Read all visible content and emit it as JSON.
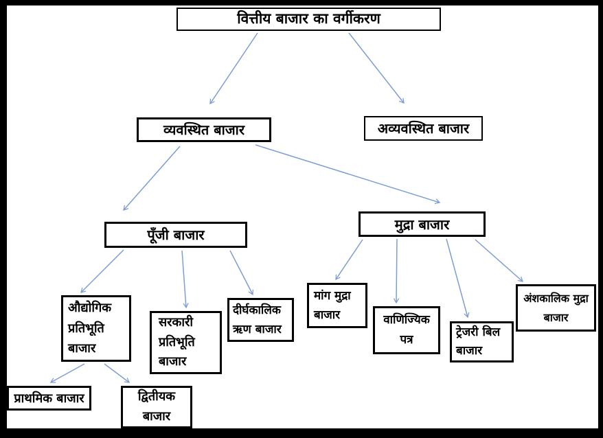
{
  "diagram": {
    "title": "वित्तीय बाजार का वर्गीकरण",
    "arrow_color": "#7d9dd2",
    "box_border_color": "#000000",
    "nodes": {
      "root": {
        "label": "वित्तीय बाजार का वर्गीकरण"
      },
      "organized": {
        "label": "व्यवस्थित बाजार"
      },
      "unorganized": {
        "label": "अव्यवस्थित बाजार"
      },
      "capital": {
        "label": "पूँजी बाजार"
      },
      "money": {
        "label": "मुद्रा बाजार"
      },
      "industrial": {
        "label": "औद्योगिक\nप्रतिभूति\nबाजार"
      },
      "government": {
        "label": "सरकारी\nप्रतिभूति\nबाजार"
      },
      "longterm": {
        "label": "दीर्घकालिक\nऋण बाजार"
      },
      "call_money": {
        "label": "मांग मुद्रा\nबाजार"
      },
      "commercial": {
        "label": "वाणिज्यिक\nपत्र"
      },
      "treasury": {
        "label": "ट्रेजरी बिल\nबाजार"
      },
      "short_term": {
        "label": "अंशकालिक मुद्रा\nबाजार"
      },
      "primary": {
        "label": "प्राथमिक बाजार"
      },
      "secondary": {
        "label": "द्वितीयक\nबाजार"
      }
    },
    "connections": [
      {
        "from": "root",
        "to": "organized"
      },
      {
        "from": "root",
        "to": "unorganized"
      },
      {
        "from": "organized",
        "to": "capital"
      },
      {
        "from": "organized",
        "to": "money"
      },
      {
        "from": "capital",
        "to": "industrial"
      },
      {
        "from": "capital",
        "to": "government"
      },
      {
        "from": "capital",
        "to": "longterm"
      },
      {
        "from": "money",
        "to": "call_money"
      },
      {
        "from": "money",
        "to": "commercial"
      },
      {
        "from": "money",
        "to": "treasury"
      },
      {
        "from": "money",
        "to": "short_term"
      },
      {
        "from": "industrial",
        "to": "primary"
      },
      {
        "from": "industrial",
        "to": "secondary"
      }
    ]
  }
}
